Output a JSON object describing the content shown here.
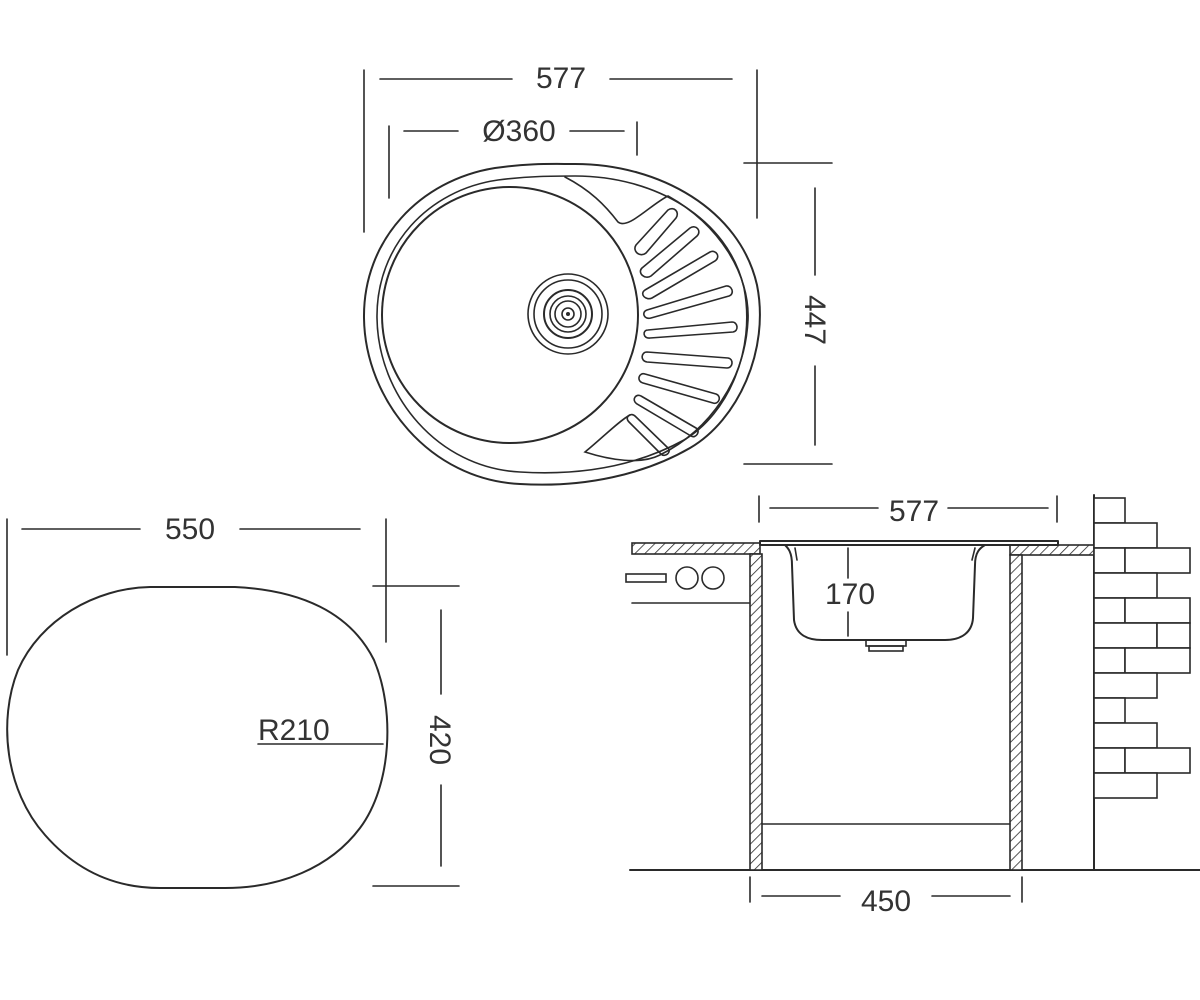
{
  "colors": {
    "line": "#2a2a2a",
    "text": "#333333",
    "background": "#ffffff"
  },
  "top_view": {
    "dim_width": "577",
    "dim_bowl_diameter": "Ø360",
    "dim_depth": "447"
  },
  "cutout_view": {
    "dim_width": "550",
    "dim_height": "420",
    "dim_radius": "R210"
  },
  "side_view": {
    "dim_top_width": "577",
    "dim_bowl_depth": "170",
    "dim_cabinet_width": "450"
  }
}
